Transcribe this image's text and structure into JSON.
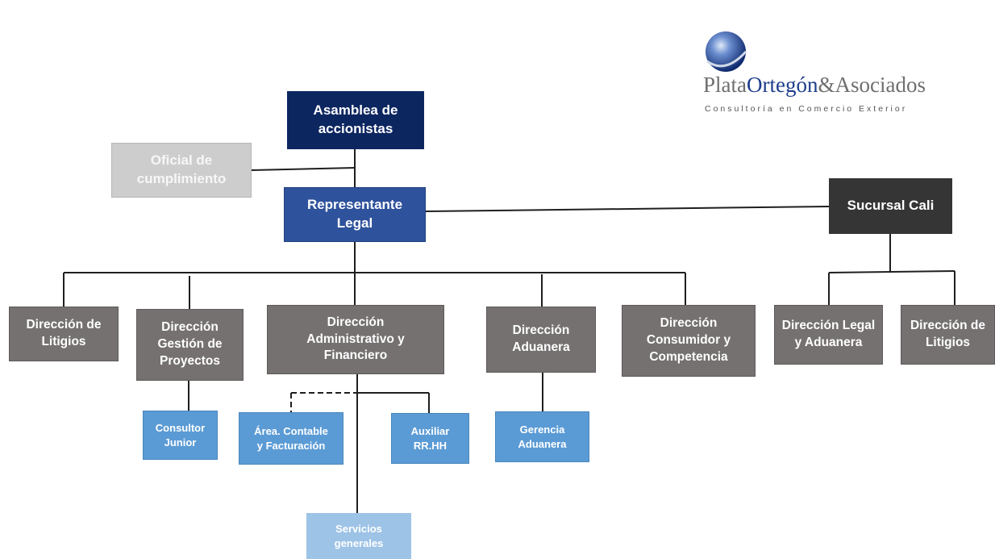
{
  "logo": {
    "name_part1": "Plata",
    "name_part2": "Ortegón",
    "name_part3": "&",
    "name_part4": "Asociados",
    "tagline": "Consultoría en Comercio Exterior"
  },
  "nodes": {
    "asamblea": [
      "Asamblea de",
      "accionistas"
    ],
    "oficial": [
      "Oficial de",
      "cumplimiento"
    ],
    "representante": [
      "Representante",
      "Legal"
    ],
    "sucursal": [
      "Sucursal Cali"
    ],
    "dir_litigios": [
      "Dirección de",
      "Litigios"
    ],
    "dir_proyectos": [
      "Dirección",
      "Gestión de",
      "Proyectos"
    ],
    "dir_administrativo": [
      "Dirección",
      "Administrativo y",
      "Financiero"
    ],
    "dir_aduanera": [
      "Dirección",
      "Aduanera"
    ],
    "dir_consumidor": [
      "Dirección",
      "Consumidor y",
      "Competencia"
    ],
    "dir_legal_aduanera": [
      "Dirección Legal",
      "y Aduanera"
    ],
    "dir_litigios_cali": [
      "Dirección de",
      "Litigios"
    ],
    "consultor": [
      "Consultor",
      "Junior"
    ],
    "area_contable": [
      "Área. Contable",
      "y Facturación"
    ],
    "auxiliar": [
      "Auxiliar",
      "RR.HH"
    ],
    "gerencia": [
      "Gerencia",
      "Aduanera"
    ],
    "servicios": [
      "Servicios",
      "generales"
    ]
  },
  "colors": {
    "navy": "#0c2660",
    "blue": "#2f529c",
    "dark": "#353535",
    "grey": "#757171",
    "pale": "#cdcdcd",
    "mid_blue": "#5b9bd5",
    "light_blue": "#9dc3e6",
    "connector": "#1f1f1f"
  }
}
